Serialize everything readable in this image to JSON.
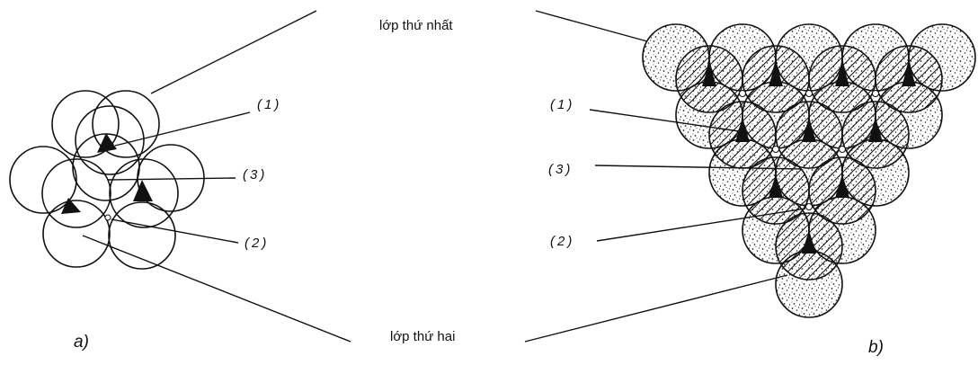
{
  "labels": {
    "layer_one": "lớp thứ nhất",
    "layer_two": "lớp thứ hai",
    "void_1": "(1)",
    "void_2": "(2)",
    "void_3": "(3)",
    "panel_a": "a)",
    "panel_b": "b)"
  },
  "colors": {
    "stroke": "#111111",
    "background": "#ffffff",
    "void_fill": "#111111",
    "first_layer_fill": "stipple",
    "second_layer_fill": "hatched"
  }
}
